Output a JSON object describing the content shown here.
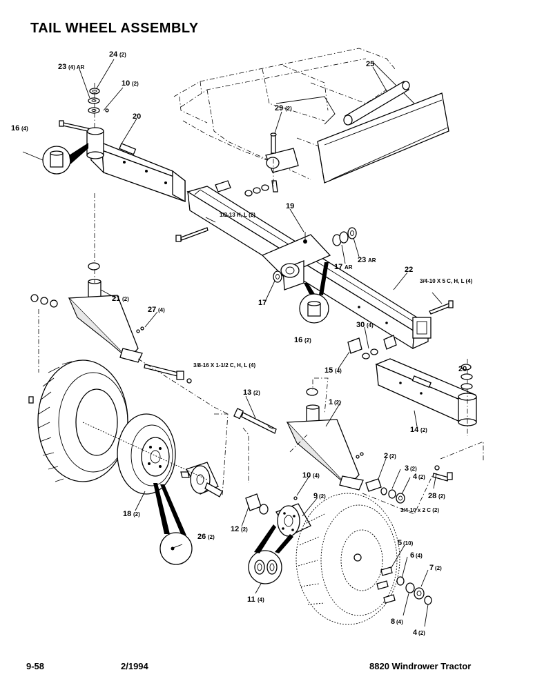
{
  "title": "TAIL WHEEL ASSEMBLY",
  "footer": {
    "page": "9-58",
    "date": "2/1994",
    "model": "8820 Windrower Tractor"
  },
  "callouts": [
    {
      "id": "c24",
      "num": "24",
      "qty": "(2)"
    },
    {
      "id": "c23a",
      "num": "23",
      "qty": "(4) AR"
    },
    {
      "id": "c10a",
      "num": "10",
      "qty": "(2)"
    },
    {
      "id": "c25",
      "num": "25",
      "qty": ""
    },
    {
      "id": "c29",
      "num": "29",
      "qty": "(2)"
    },
    {
      "id": "c16a",
      "num": "16",
      "qty": "(4)"
    },
    {
      "id": "c20a",
      "num": "20",
      "qty": ""
    },
    {
      "id": "c19",
      "num": "19",
      "qty": ""
    },
    {
      "id": "c23b",
      "num": "23",
      "qty": "AR"
    },
    {
      "id": "c17a",
      "num": "17",
      "qty": "AR"
    },
    {
      "id": "c22",
      "num": "22",
      "qty": ""
    },
    {
      "id": "c21",
      "num": "21",
      "qty": "(2)"
    },
    {
      "id": "c27",
      "num": "27",
      "qty": "(4)"
    },
    {
      "id": "c17b",
      "num": "17",
      "qty": ""
    },
    {
      "id": "c16b",
      "num": "16",
      "qty": "(2)"
    },
    {
      "id": "c30",
      "num": "30",
      "qty": "(4)"
    },
    {
      "id": "c15",
      "num": "15",
      "qty": "(4)"
    },
    {
      "id": "c20b",
      "num": "20",
      "qty": ""
    },
    {
      "id": "c13",
      "num": "13",
      "qty": "(2)"
    },
    {
      "id": "c1",
      "num": "1",
      "qty": "(2)"
    },
    {
      "id": "c14",
      "num": "14",
      "qty": "(2)"
    },
    {
      "id": "c2",
      "num": "2",
      "qty": "(2)"
    },
    {
      "id": "c3",
      "num": "3",
      "qty": "(2)"
    },
    {
      "id": "c4a",
      "num": "4",
      "qty": "(2)"
    },
    {
      "id": "c28",
      "num": "28",
      "qty": "(2)"
    },
    {
      "id": "c10b",
      "num": "10",
      "qty": "(4)"
    },
    {
      "id": "c9",
      "num": "9",
      "qty": "(2)"
    },
    {
      "id": "c12",
      "num": "12",
      "qty": "(2)"
    },
    {
      "id": "c18",
      "num": "18",
      "qty": "(2)"
    },
    {
      "id": "c26",
      "num": "26",
      "qty": "(2)"
    },
    {
      "id": "c5",
      "num": "5",
      "qty": "(10)"
    },
    {
      "id": "c6",
      "num": "6",
      "qty": "(4)"
    },
    {
      "id": "c7",
      "num": "7",
      "qty": "(2)"
    },
    {
      "id": "c11",
      "num": "11",
      "qty": "(4)"
    },
    {
      "id": "c8",
      "num": "8",
      "qty": "(4)"
    },
    {
      "id": "c4b",
      "num": "4",
      "qty": "(2)"
    }
  ],
  "specs": [
    {
      "id": "s1",
      "text": "1/2-13 H, L (2)"
    },
    {
      "id": "s2",
      "text": "3/4-10 X 5 C, H, L (4)"
    },
    {
      "id": "s3",
      "text": "3/8-16 X 1-1/2 C, H, L (4)"
    },
    {
      "id": "s4",
      "text": "3/4-10 x 2 C (2)"
    }
  ]
}
